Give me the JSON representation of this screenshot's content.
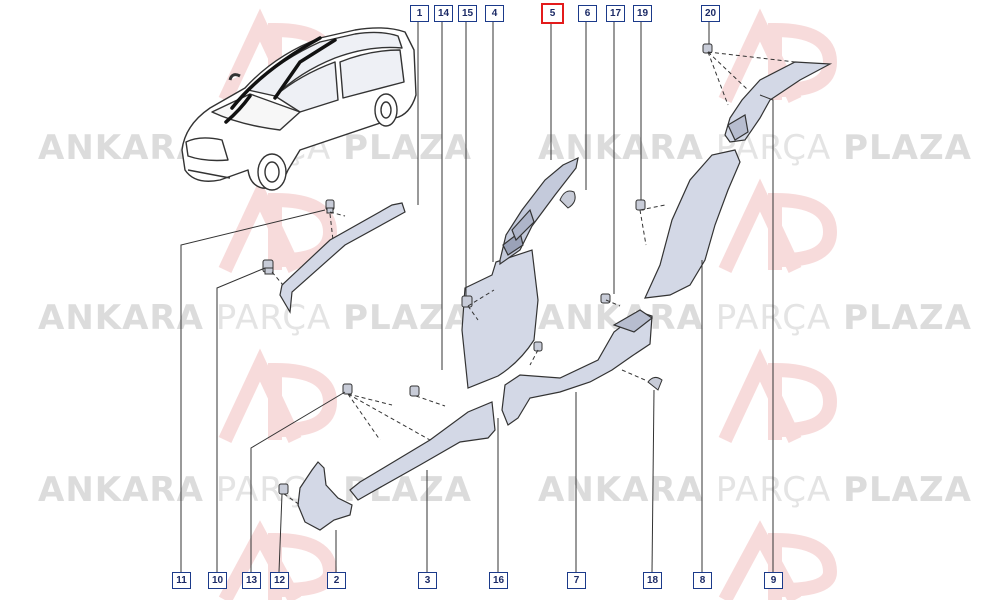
{
  "watermark": {
    "brand_bold": "ANKARA",
    "brand_light": "PARÇA",
    "brand_bold2": "PLAZA"
  },
  "highlighted_part": "5",
  "callouts_top": [
    {
      "id": "1",
      "label": "1"
    },
    {
      "id": "14",
      "label": "14"
    },
    {
      "id": "15",
      "label": "15"
    },
    {
      "id": "4",
      "label": "4"
    },
    {
      "id": "5",
      "label": "5"
    },
    {
      "id": "6",
      "label": "6"
    },
    {
      "id": "17",
      "label": "17"
    },
    {
      "id": "19",
      "label": "19"
    },
    {
      "id": "20",
      "label": "20"
    }
  ],
  "callouts_bottom": [
    {
      "id": "11",
      "label": "11"
    },
    {
      "id": "10",
      "label": "10"
    },
    {
      "id": "13",
      "label": "13"
    },
    {
      "id": "12",
      "label": "12"
    },
    {
      "id": "2",
      "label": "2"
    },
    {
      "id": "3",
      "label": "3"
    },
    {
      "id": "16",
      "label": "16"
    },
    {
      "id": "7",
      "label": "7"
    },
    {
      "id": "18",
      "label": "18"
    },
    {
      "id": "8",
      "label": "8"
    },
    {
      "id": "9",
      "label": "9"
    }
  ],
  "colors": {
    "callout_border": "#1b3a8a",
    "highlight_border": "#e31b1b",
    "line": "#333333",
    "part_fill": "#cfd4e2",
    "watermark": "#dcdcdc",
    "watermark_logo": "#f3c4c4"
  }
}
